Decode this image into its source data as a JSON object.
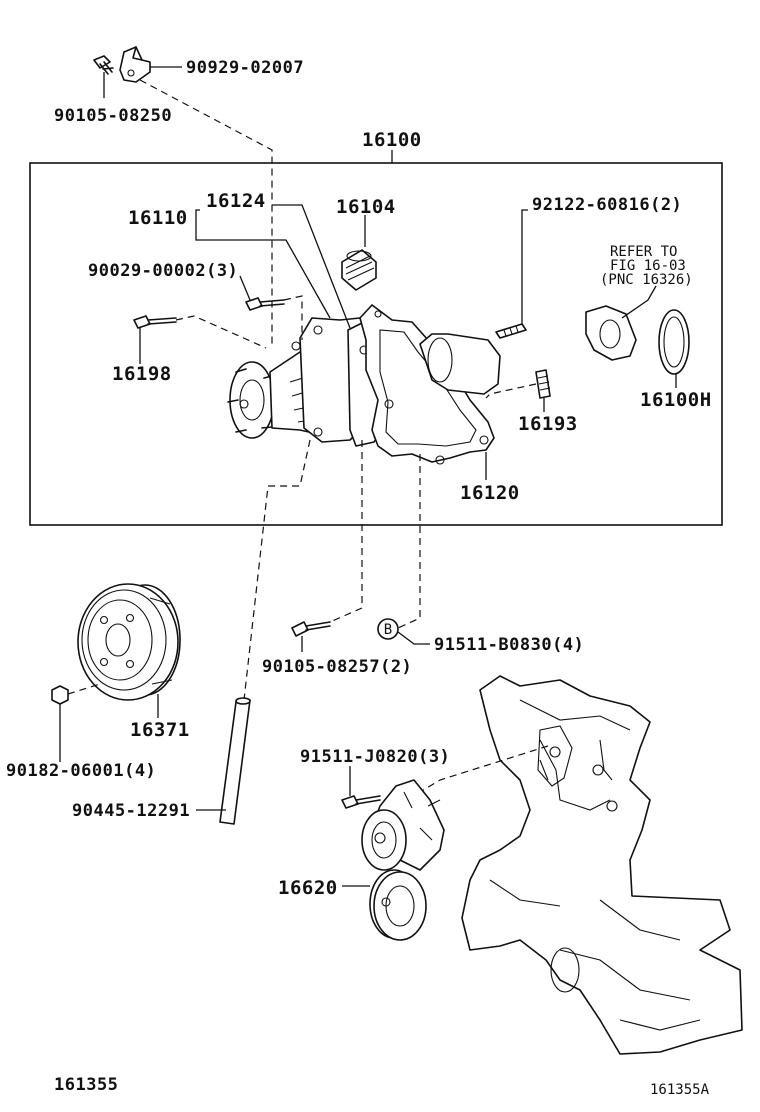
{
  "labels": {
    "bolt_top": "90105-08250",
    "bracket_top": "90929-02007",
    "assembly": "16100",
    "pump_body": "16110",
    "gasket_inner": "16124",
    "plug": "16104",
    "stud_right": "92122-60816(2)",
    "refer_line1": "REFER TO",
    "refer_line2": "FIG 16-03",
    "refer_line3": "(PNC 16326)",
    "bolt_left_pump": "90029-00002(3)",
    "bolt_16198": "16198",
    "oring": "16100H",
    "stud_16193": "16193",
    "gasket_16120": "16120",
    "bolt_lower": "90105-08257(2)",
    "marker_b": "B",
    "bolt_b": "91511-B0830(4)",
    "pulley": "16371",
    "nut": "90182-06001(4)",
    "pipe": "90445-12291",
    "bolt_tensioner": "91511-J0820(3)",
    "tensioner": "16620",
    "footer_left": "161355",
    "footer_right": "161355A"
  }
}
